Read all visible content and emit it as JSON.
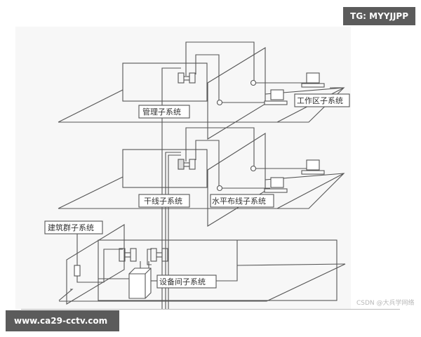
{
  "watermarks": {
    "top_right": "TG: MYYJJPP",
    "bottom_left": "www.ca29-cctv.com",
    "source": "CSDN @大兵学网络"
  },
  "diagram": {
    "type": "structured-cabling-system",
    "labels": {
      "management": "管理子系统",
      "work_area": "工作区子系统",
      "backbone": "干线子系统",
      "horizontal": "水平布线子系统",
      "campus": "建筑群子系统",
      "equipment_room": "设备间子系统"
    },
    "floors": [
      {
        "name": "top-floor",
        "labels": [
          "管理子系统",
          "工作区子系统"
        ]
      },
      {
        "name": "middle-floor",
        "labels": [
          "干线子系统",
          "水平布线子系统"
        ]
      },
      {
        "name": "ground-floor",
        "labels": [
          "建筑群子系统",
          "设备间子系统"
        ]
      }
    ]
  }
}
